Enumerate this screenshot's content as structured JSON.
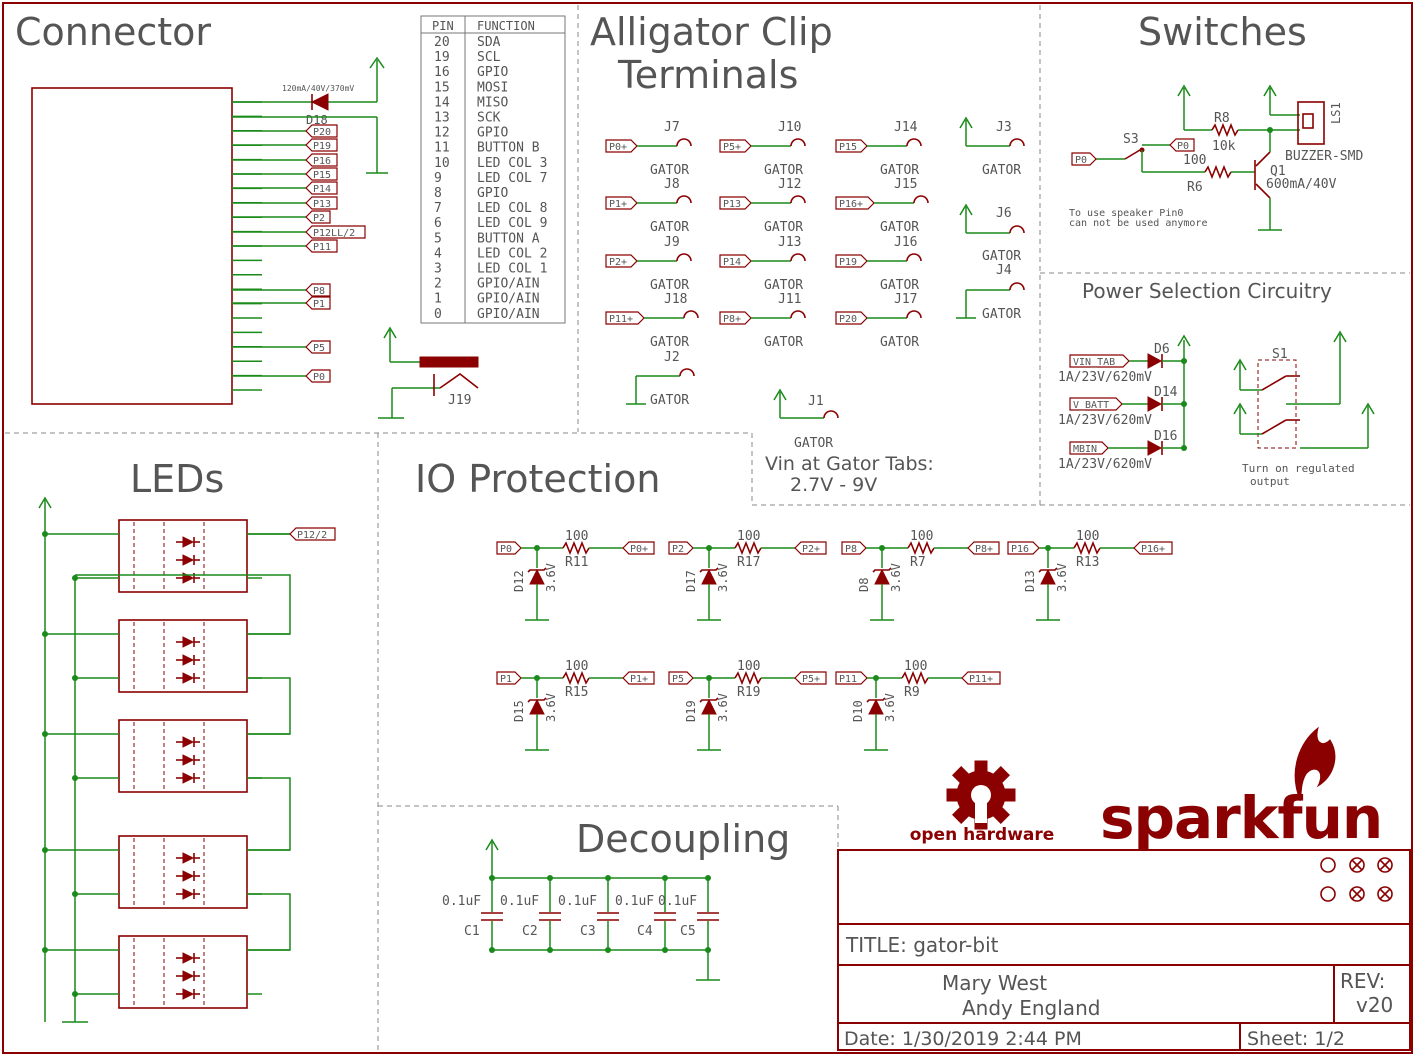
{
  "sections": {
    "connector": "Connector",
    "alligator_line1": "Alligator Clip",
    "alligator_line2": "Terminals",
    "switches": "Switches",
    "power": "Power Selection Circuitry",
    "leds": "LEDs",
    "io": "IO Protection",
    "decoupling": "Decoupling"
  },
  "pin_table": {
    "headers": [
      "PIN",
      "FUNCTION"
    ],
    "rows": [
      [
        "20",
        "SDA"
      ],
      [
        "19",
        "SCL"
      ],
      [
        "16",
        "GPIO"
      ],
      [
        "15",
        "MOSI"
      ],
      [
        "14",
        "MISO"
      ],
      [
        "13",
        "SCK"
      ],
      [
        "12",
        "GPIO"
      ],
      [
        "11",
        "BUTTON B"
      ],
      [
        "10",
        "LED COL 3"
      ],
      [
        "9",
        "LED COL 7"
      ],
      [
        "8",
        "GPIO"
      ],
      [
        "7",
        "LED COL 8"
      ],
      [
        "6",
        "LED COL 9"
      ],
      [
        "5",
        "BUTTON A"
      ],
      [
        "4",
        "LED COL 2"
      ],
      [
        "3",
        "LED COL 1"
      ],
      [
        "2",
        "GPIO/AIN"
      ],
      [
        "1",
        "GPIO/AIN"
      ],
      [
        "0",
        "GPIO/AIN"
      ]
    ]
  },
  "connector": {
    "diode_label": "D18",
    "diode_rating": "120mA/40V/370mV",
    "pins": [
      "P20",
      "P19",
      "P16",
      "P15",
      "P14",
      "P13",
      "P2",
      "P12LL/2",
      "P11",
      "P8",
      "P1",
      "P5",
      "P0"
    ],
    "jumper": "J19"
  },
  "gators": [
    {
      "net": "P0+",
      "ref": "J7",
      "val": "GATOR"
    },
    {
      "net": "P5+",
      "ref": "J10",
      "val": "GATOR"
    },
    {
      "net": "P15",
      "ref": "J14",
      "val": "GATOR"
    },
    {
      "net": "",
      "ref": "J3",
      "val": "GATOR"
    },
    {
      "net": "P1+",
      "ref": "J8",
      "val": "GATOR"
    },
    {
      "net": "P13",
      "ref": "J12",
      "val": "GATOR"
    },
    {
      "net": "P16+",
      "ref": "J15",
      "val": "GATOR"
    },
    {
      "net": "",
      "ref": "J6",
      "val": "GATOR"
    },
    {
      "net": "P2+",
      "ref": "J9",
      "val": "GATOR"
    },
    {
      "net": "P14",
      "ref": "J13",
      "val": "GATOR"
    },
    {
      "net": "P19",
      "ref": "J16",
      "val": "GATOR"
    },
    {
      "net": "",
      "ref": "J4",
      "val": "GATOR"
    },
    {
      "net": "P11+",
      "ref": "J18",
      "val": "GATOR"
    },
    {
      "net": "P8+",
      "ref": "J11",
      "val": "GATOR"
    },
    {
      "net": "P20",
      "ref": "J17",
      "val": "GATOR"
    },
    {
      "net": "",
      "ref": "J2",
      "val": "GATOR"
    },
    {
      "net": "",
      "ref": "J1",
      "val": "GATOR"
    }
  ],
  "vin_note": [
    "Vin at Gator Tabs:",
    "2.7V - 9V"
  ],
  "switches": {
    "s3": "S3",
    "p0": "P0",
    "r8": "R8",
    "r8v": "10k",
    "r6": "R6",
    "r6v": "100",
    "q1": "Q1",
    "q1v": "600mA/40V",
    "ls1": "LS1",
    "buzzer": "BUZZER-SMD",
    "note1": "To use speaker Pin0",
    "note2": "can not be used anymore"
  },
  "power": {
    "nets": [
      "VIN_TAB",
      "V_BATT",
      "MBIN"
    ],
    "diodes": [
      "D6",
      "D14",
      "D16"
    ],
    "rating": "1A/23V/620mV",
    "s1": "S1",
    "note1": "Turn on regulated",
    "note2": "output"
  },
  "leds": {
    "net": "P12/2"
  },
  "io": [
    {
      "in": "P0",
      "out": "P0+",
      "r": "R11",
      "d": "D12"
    },
    {
      "in": "P2",
      "out": "P2+",
      "r": "R17",
      "d": "D17"
    },
    {
      "in": "P8",
      "out": "P8+",
      "r": "R7",
      "d": "D8"
    },
    {
      "in": "P16",
      "out": "P16+",
      "r": "R13",
      "d": "D13"
    },
    {
      "in": "P1",
      "out": "P1+",
      "r": "R15",
      "d": "D15"
    },
    {
      "in": "P5",
      "out": "P5+",
      "r": "R19",
      "d": "D19"
    },
    {
      "in": "P11",
      "out": "P11+",
      "r": "R9",
      "d": "D10"
    }
  ],
  "io_rval": "100",
  "io_zener": "3.6V",
  "caps": {
    "refs": [
      "C1",
      "C2",
      "C3",
      "C4",
      "C5"
    ],
    "val": "0.1uF"
  },
  "logos": {
    "oh": "open hardware",
    "sf": "sparkfun"
  },
  "titleblock": {
    "title": "TITLE: gator-bit",
    "author1": "Mary West",
    "author2": "Andy England",
    "rev_label": "REV:",
    "rev": "v20",
    "date": "Date: 1/30/2019 2:44 PM",
    "sheet": "Sheet: 1/2"
  }
}
